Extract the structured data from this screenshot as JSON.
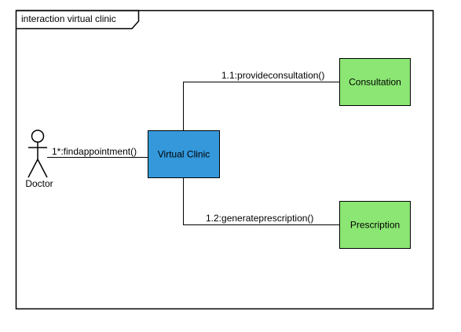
{
  "frame": {
    "title": "interaction virtual clinic"
  },
  "actor": {
    "label": "Doctor"
  },
  "nodes": {
    "virtual_clinic": {
      "label": "Virtual Clinic",
      "fill": "#3498db"
    },
    "consultation": {
      "label": "Consultation",
      "fill": "#8be673"
    },
    "prescription": {
      "label": "Prescription",
      "fill": "#8be673"
    }
  },
  "messages": {
    "find": "1*:findappointment()",
    "provide": "1.1:provideconsultation()",
    "generate": "1.2:generateprescription()"
  },
  "colors": {
    "stroke": "#000000",
    "background": "#ffffff"
  }
}
